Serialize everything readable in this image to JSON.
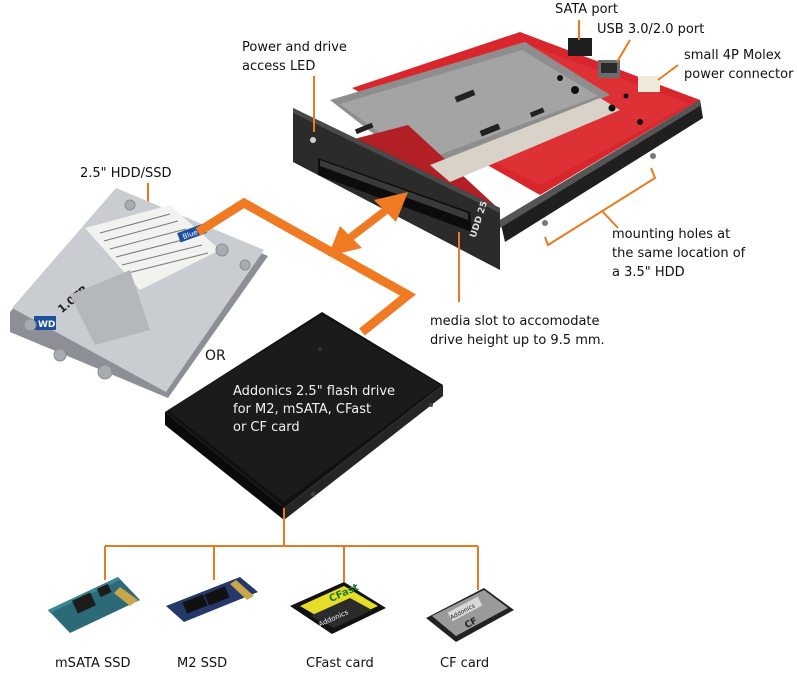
{
  "labels": {
    "sata_port": "SATA port",
    "usb_port": "USB 3.0/2.0 port",
    "molex_line1": "small 4P Molex",
    "molex_line2": "power connector",
    "led_line1": "Power and drive",
    "led_line2": "access LED",
    "hdd_ssd": "2.5\" HDD/SSD",
    "mounting_line1": "mounting holes at",
    "mounting_line2": "the same location of",
    "mounting_line3": "a 3.5\" HDD",
    "slot_line1": "media slot to accomodate",
    "slot_line2": "drive height up to 9.5 mm.",
    "or_text": "OR",
    "flash_line1": "Addonics 2.5\" flash drive",
    "flash_line2": "for M2, mSATA, CFast",
    "flash_line3": "or CF card",
    "msata": "mSATA SSD",
    "m2": "M2 SSD",
    "cfast": "CFast card",
    "cf": "CF card"
  },
  "device_markings": {
    "bay_model": "UDD 25",
    "hdd_capacity": "1.0TB",
    "hdd_brand": "WD",
    "hdd_color": "Blue",
    "cfast_brand": "CFast",
    "cfast_maker": "Addonics",
    "cf_maker": "Addonics",
    "cf_card": "CF"
  },
  "colors": {
    "connector_orange": "#f07a22",
    "bay_red": "#d9262c",
    "bay_black": "#2b2b2b",
    "flash_black": "#1b1b1b",
    "hdd_silver": "#c9ccd0"
  }
}
